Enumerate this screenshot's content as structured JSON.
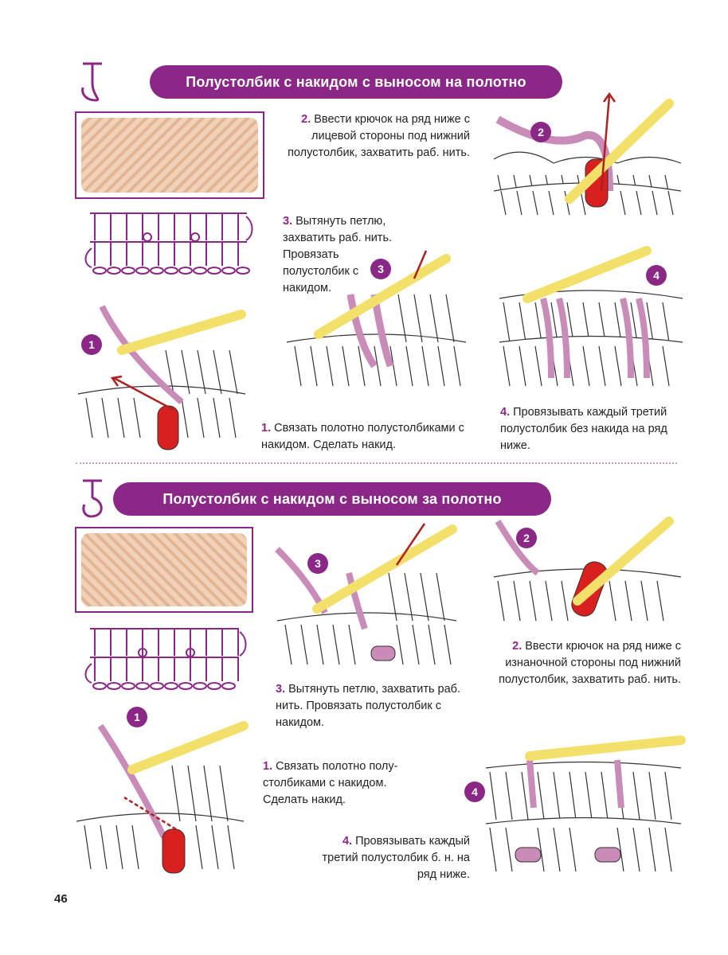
{
  "sections": [
    {
      "title": "Полустолбик с накидом с выносом на полотно",
      "steps": [
        {
          "num": "1.",
          "text": "Связать полотно полустолбиками с накидом. Сделать накид.",
          "badge": "1"
        },
        {
          "num": "2.",
          "text": "Ввести крючок на ряд ниже с лицевой стороны под нижний полустолбик, захватить раб. нить.",
          "badge": "2"
        },
        {
          "num": "3.",
          "text": "Вытянуть петлю, захватить раб. нить. Провязать полустолбик с накидом.",
          "badge": "3"
        },
        {
          "num": "4.",
          "text": "Провязывать каждый третий полустолбик без накида на ряд ниже.",
          "badge": "4"
        }
      ]
    },
    {
      "title": "Полустолбик с накидом с выносом за полотно",
      "steps": [
        {
          "num": "1.",
          "text": "Связать полотно полу-столбиками с накидом. Сделать накид.",
          "badge": "1"
        },
        {
          "num": "2.",
          "text": "Ввести крючок на ряд ниже с изнаночной стороны под нижний полустолбик, захватить раб. нить.",
          "badge": "2"
        },
        {
          "num": "3.",
          "text": "Вытянуть петлю, захватить раб. нить. Провязать полустолбик с накидом.",
          "badge": "3"
        },
        {
          "num": "4.",
          "text": "Провязывать каждый третий полустолбик б. н. на ряд ниже.",
          "badge": "4"
        }
      ]
    }
  ],
  "page_number": "46",
  "colors": {
    "accent": "#8b2787",
    "yarn": "#c98cb8",
    "hook": "#f3e06a",
    "red": "#d8201f",
    "swatch": "#ecc7a8"
  }
}
